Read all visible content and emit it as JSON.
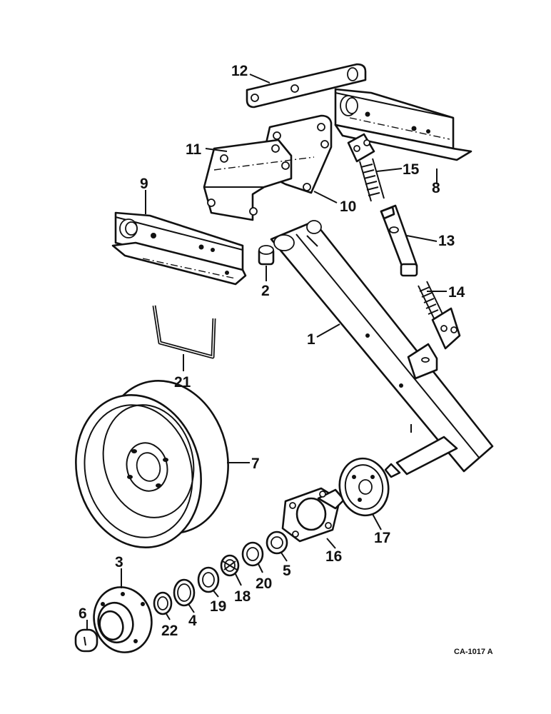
{
  "drawing_code": "CA-1017 A",
  "labels": {
    "p1": "1",
    "p2": "2",
    "p3": "3",
    "p4": "4",
    "p5": "5",
    "p6": "6",
    "p7": "7",
    "p8": "8",
    "p9": "9",
    "p10": "10",
    "p11": "11",
    "p12": "12",
    "p13": "13",
    "p14": "14",
    "p15": "15",
    "p16": "16",
    "p17": "17",
    "p18": "18",
    "p19": "19",
    "p20": "20",
    "p21": "21",
    "p22": "22"
  }
}
